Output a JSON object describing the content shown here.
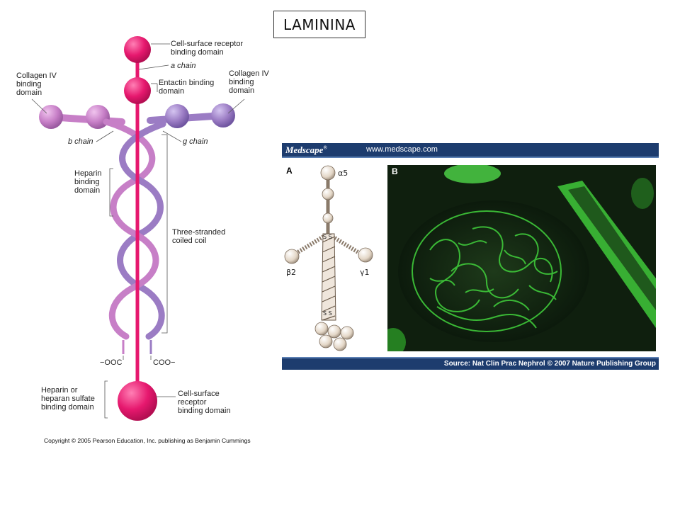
{
  "title": "LAMININA",
  "diagram": {
    "labels": {
      "cell_surface_top": [
        "Cell-surface receptor",
        "binding domain"
      ],
      "a_chain": "a chain",
      "entactin": [
        "Entactin binding",
        "domain"
      ],
      "collagen_left": [
        "Collagen IV",
        "binding",
        "domain"
      ],
      "collagen_right": [
        "Collagen IV",
        "binding",
        "domain"
      ],
      "b_chain": "b chain",
      "g_chain": "g chain",
      "heparin": [
        "Heparin",
        "binding",
        "domain"
      ],
      "three_stranded": [
        "Three-stranded",
        "coiled coil"
      ],
      "ooc": "−OOC",
      "coo": "COO−",
      "heparin_sulfate": [
        "Heparin or",
        "heparan sulfate",
        "binding domain"
      ],
      "cell_surface_bottom": [
        "Cell-surface",
        "receptor",
        "binding domain"
      ]
    },
    "copyright": "Copyright © 2005 Pearson Education, Inc. publishing as Benjamin Cummings",
    "colors": {
      "a_chain": "#e6186e",
      "b_chain": "#c77fc7",
      "g_chain": "#9b7cc4"
    }
  },
  "medscape": {
    "logo": "Medscape",
    "logo_mark": "®",
    "url": "www.medscape.com",
    "panel_a": "A",
    "panel_b": "B",
    "alpha": "α5",
    "beta": "β2",
    "gamma": "γ1",
    "ss": "S S",
    "source": "Source: Nat Clin Prac Nephrol © 2007 Nature Publishing Group",
    "colors": {
      "header": "#1d3c6e",
      "stain": "#4fd84a"
    }
  }
}
